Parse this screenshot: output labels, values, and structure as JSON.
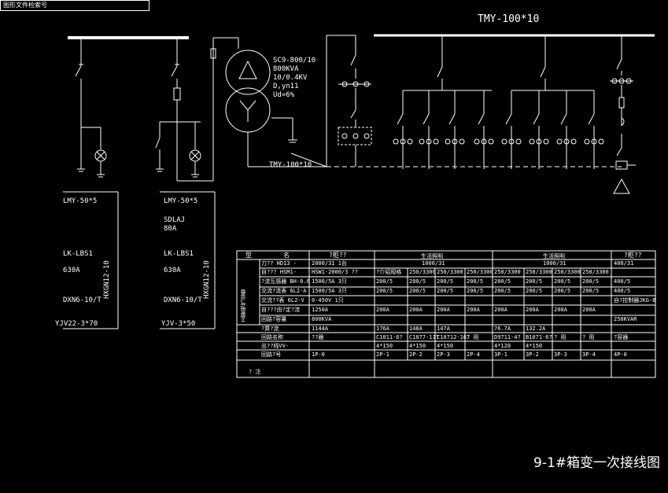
{
  "header_tag": "图形文件检索号",
  "busbar_main_label": "TMY-100*10",
  "busbar_link_label": "TMY-100*10",
  "transformer": {
    "model": "SC9-800/10",
    "capacity": "800KVA",
    "voltage": "10/0.4KV",
    "group": "D,yn11",
    "ud": "Ud=6%"
  },
  "hv_panel_1": {
    "cable": "LMY-50*5",
    "switch": "LK-LBS1",
    "rating": "630A",
    "arrester": "DXN6-10/T",
    "feeder": "YJV22-3*70",
    "cabinet": "HXGN12-10"
  },
  "hv_panel_2": {
    "cable": "LMY-50*5",
    "fuse_type": "SDLAJ",
    "fuse_rating": "80A",
    "switch": "LK-LBS1",
    "rating": "630A",
    "arrester": "DXN6-10/T",
    "feeder": "YJV-3*50",
    "cabinet": "HXGN12-10"
  },
  "table": {
    "head_name": "型",
    "head_name2": "名",
    "head_col1": "?柜??",
    "head_group1": "生活照明",
    "head_group2": "生活照明",
    "head_last": "?柜??",
    "side_label": "主要电气设备",
    "rows": [
      {
        "label": "刀??  HD13 -",
        "c1": "2000/31  1台",
        "g1": "1000/31",
        "g2": "1000/31",
        "last": "400/31"
      },
      {
        "label": "自???  HSM1-",
        "c1": "HSW1-2000/3 ??",
        "cells": [
          "?介绍规格",
          "250/3300",
          "250/3300",
          "250/3300",
          "250/3300",
          "250/3300",
          "250/3300",
          "250/3300",
          "250/3300"
        ],
        "last": ""
      },
      {
        "label": "?流互感器  BH-0.6",
        "c1": "1500/5A   3只",
        "cells": [
          "200/5",
          "200/5",
          "200/5",
          "200/5",
          "200/5",
          "200/5",
          "200/5",
          "200/5"
        ],
        "last": "400/5"
      },
      {
        "label": "交流?流表  6L2-A",
        "c1": "1500/5A   3只",
        "cells": [
          "200/5",
          "200/5",
          "200/5",
          "200/5",
          "200/5",
          "200/5",
          "200/5",
          "200/5"
        ],
        "last": "400/5"
      },
      {
        "label": "交流??表  6L2-V",
        "c1": "0-450V  1只",
        "cells": [],
        "last": "自?控制器JKG-8"
      },
      {
        "label": "自???由?定?流",
        "c1": "1250A",
        "cells": [
          "200A",
          "200A",
          "200A",
          "200A",
          "200A",
          "200A",
          "200A",
          "200A"
        ],
        "last": ""
      },
      {
        "label": "回路?容量",
        "c1": "800KVA",
        "cells": [],
        "last": "250KVAR"
      },
      {
        "label": "?算?流",
        "c1": "1144A",
        "cells": [
          "176A",
          "148A",
          "147A",
          "",
          "76.7A",
          "132.2A",
          "",
          ""
        ],
        "last": ""
      },
      {
        "label": "回路名称",
        "c1": "??器",
        "cells": [
          "C1011-6?",
          "C1077-117",
          "C10712-167",
          "? 用",
          "D9711-4?",
          "B1071-6?",
          "? 用",
          "? 用"
        ],
        "last": "?容器"
      },
      {
        "label": "出??线VV-",
        "c1": "",
        "cells": [
          "4*150",
          "4*150",
          "4*150",
          "",
          "4*120",
          "4*150",
          "",
          ""
        ],
        "last": ""
      },
      {
        "label": "回路?号",
        "c1": "1P-0",
        "cells": [
          "2P-1",
          "2P-2",
          "2P-3",
          "2P-4",
          "3P-1",
          "3P-2",
          "3P-3",
          "3P-4"
        ],
        "last": "4P-0"
      },
      {
        "label": "?          注",
        "c1": "",
        "cells": [],
        "last": ""
      }
    ]
  },
  "drawing_title": "9-1#箱变一次接线图"
}
